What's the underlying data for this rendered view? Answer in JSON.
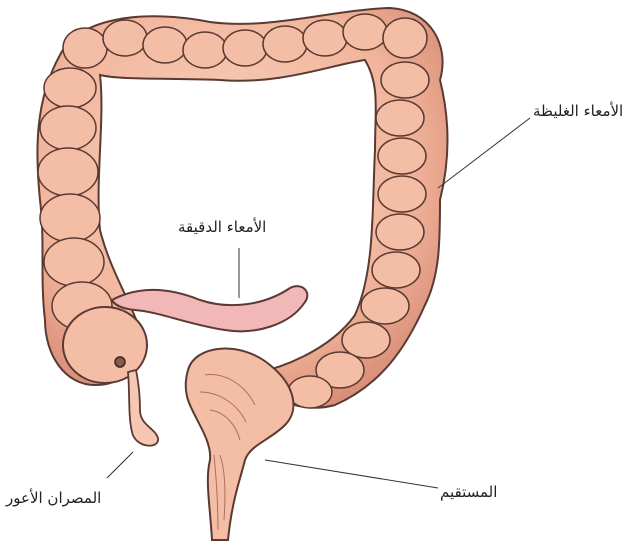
{
  "labels": {
    "large_intestine": "الأمعاء الغليظة",
    "small_intestine": "الأمعاء الدقيقة",
    "cecum_appendix": "المصران الأعور",
    "rectum": "المستقيم"
  },
  "colors": {
    "background": "#ffffff",
    "tissue_fill": "#f6c3ad",
    "tissue_shadow": "#e29c86",
    "outline": "#5a3a32",
    "small_intestine_fill": "#f2b8b8",
    "leader_line": "#333333",
    "label_text": "#222222"
  }
}
